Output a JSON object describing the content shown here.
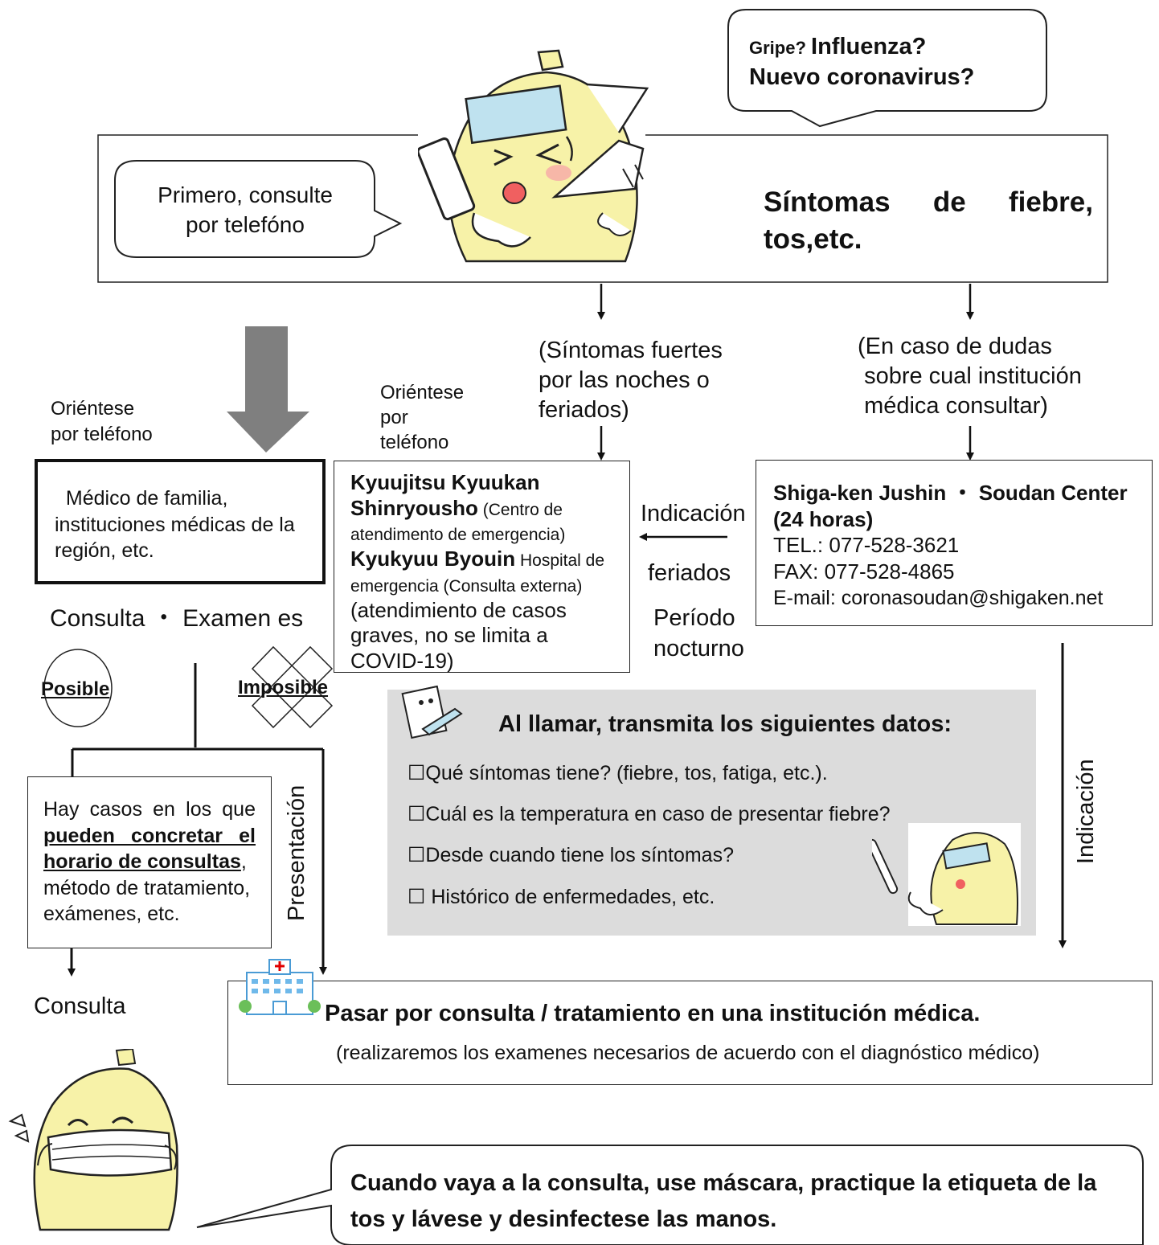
{
  "top_bubble": {
    "line1_small": "Gripe? ",
    "line1_big": "Influenza?",
    "line2": "Nuevo coronavirus?"
  },
  "call_bubble": {
    "line1": "Primero, consulte",
    "line2": "por telefóno"
  },
  "symptoms_title": {
    "line1_a": "Síntomas",
    "line1_b": "de",
    "line1_c": "fiebre,",
    "line2": "tos,etc."
  },
  "night_label": {
    "line1": "(Síntomas fuertes",
    "line2": "por las noches o",
    "line3": "feriados)"
  },
  "doubt_label": {
    "line1": "(En caso de dudas",
    "line2": "sobre cual institución",
    "line3": "médica consultar)"
  },
  "orient_left": {
    "line1": "Oriéntese",
    "line2": "por teléfono"
  },
  "orient_mid": {
    "line1": "Oriéntese",
    "line2": "por",
    "line3": "teléfono"
  },
  "family_doctor": {
    "line1": "Médico de familia,",
    "line2": "instituciones médicas de la",
    "line3": "región, etc."
  },
  "emergency": {
    "name1": "Kyuujitsu Kyuukan",
    "name1b": "Shinryousho",
    "desc1a": " (Centro de",
    "desc1b": "atendimento de emergencia)",
    "name2": "Kyukyuu Byouin",
    "desc2a": " Hospital de",
    "desc2b": "emergencia (Consulta externa)",
    "note1": "(atendimiento de casos",
    "note2": "graves, no se limita a",
    "note3": "COVID-19)"
  },
  "center": {
    "name": "Shiga-ken Jushin ・ Soudan Center",
    "hours": "(24 horas)",
    "tel": "TEL.: 077-528-3621",
    "fax": "FAX: 077-528-4865",
    "email": "E-mail: coronasoudan@shigaken.net"
  },
  "indicacion_left": "Indicación",
  "feriados": "feriados",
  "periodo": {
    "line1": "Período",
    "line2": "nocturno"
  },
  "consulta_examen": "Consulta ・ Examen es",
  "posible": "Posible",
  "imposible": "Imposible",
  "hay_casos": {
    "pre": "Hay casos en los que",
    "u1": "pueden concretar el",
    "u2": "horario de consultas",
    "comma": ",",
    "line4": "método de tratamiento,",
    "line5": "exámenes, etc."
  },
  "presentacion": "Presentación",
  "indicacion_right": "Indicación",
  "consulta": "Consulta",
  "info_panel": {
    "title": "Al llamar, transmita los siguientes datos:",
    "items": [
      "☐Qué síntomas tiene? (fiebre, tos, fatiga, etc.).",
      "☐Cuál es la temperatura en caso de presentar fiebre?",
      "☐Desde cuando tiene los síntomas?",
      "☐ Histórico de enfermedades, etc."
    ]
  },
  "hospital_box": {
    "title": "Pasar por consulta / tratamiento en una institución médica.",
    "subtitle": "(realizaremos los examenes necesarios de acuerdo con el diagnóstico médico)"
  },
  "mask_bubble": {
    "line1": "Cuando vaya a la consulta, use máscara, practique la etiqueta de la",
    "line2": "tos y lávese y desinfectese las manos."
  },
  "colors": {
    "mascot": "#f7f2a8",
    "panel": "#dcdcdc",
    "arrow_gray": "#7f7f7f",
    "hospital_red": "#e00000"
  }
}
